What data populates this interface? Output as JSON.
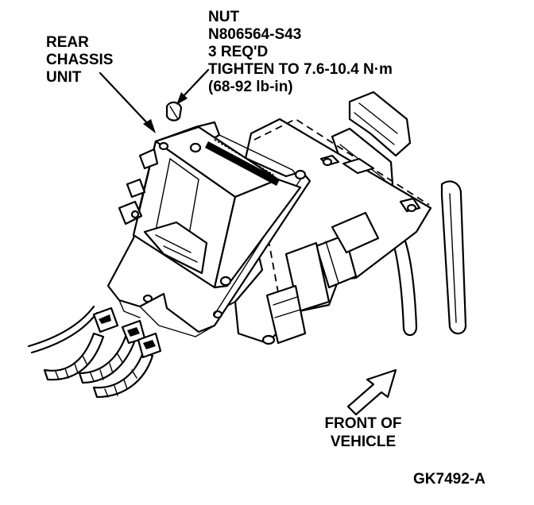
{
  "callouts": {
    "nut": {
      "lines": [
        "NUT",
        "N806564-S43",
        "3 REQ'D",
        "TIGHTEN TO 7.6-10.4 N·m",
        "(68-92 lb-in)"
      ]
    },
    "rear_chassis_unit": {
      "lines": [
        "REAR",
        "CHASSIS",
        "UNIT"
      ]
    },
    "front_of_vehicle": {
      "lines": [
        "FRONT OF",
        "VEHICLE"
      ]
    },
    "figure_id": "GK7492-A"
  }
}
